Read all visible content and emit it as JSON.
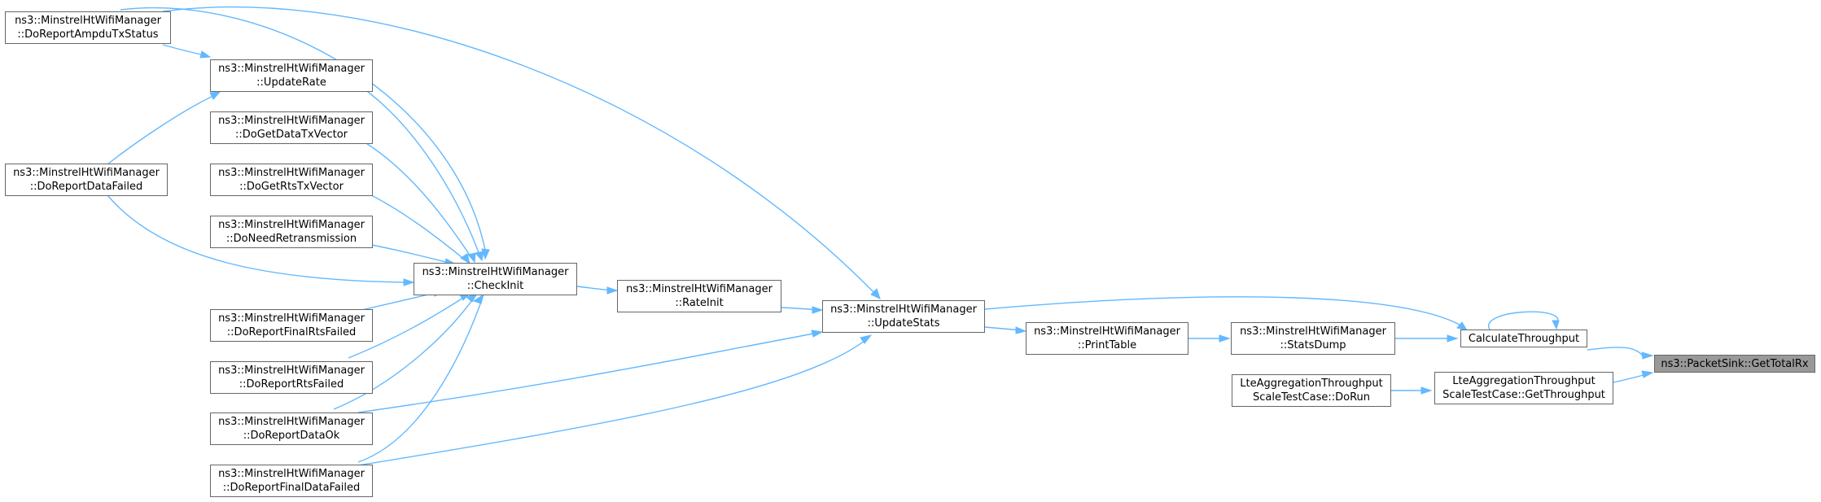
{
  "graph_type": "caller-graph",
  "colors": {
    "edge": "#63b8ff",
    "node_border": "#666666",
    "focus_fill": "#999999"
  },
  "nodes": {
    "ampdu": {
      "line1": "ns3::MinstrelHtWifiManager",
      "line2": "::DoReportAmpduTxStatus"
    },
    "updaterate": {
      "line1": "ns3::MinstrelHtWifiManager",
      "line2": "::UpdateRate"
    },
    "getdata": {
      "line1": "ns3::MinstrelHtWifiManager",
      "line2": "::DoGetDataTxVector"
    },
    "datafailed": {
      "line1": "ns3::MinstrelHtWifiManager",
      "line2": "::DoReportDataFailed"
    },
    "getrts": {
      "line1": "ns3::MinstrelHtWifiManager",
      "line2": "::DoGetRtsTxVector"
    },
    "needretx": {
      "line1": "ns3::MinstrelHtWifiManager",
      "line2": "::DoNeedRetransmission"
    },
    "checkinit": {
      "line1": "ns3::MinstrelHtWifiManager",
      "line2": "::CheckInit"
    },
    "finalrts": {
      "line1": "ns3::MinstrelHtWifiManager",
      "line2": "::DoReportFinalRtsFailed"
    },
    "rtsfailed": {
      "line1": "ns3::MinstrelHtWifiManager",
      "line2": "::DoReportRtsFailed"
    },
    "dataok": {
      "line1": "ns3::MinstrelHtWifiManager",
      "line2": "::DoReportDataOk"
    },
    "finaldata": {
      "line1": "ns3::MinstrelHtWifiManager",
      "line2": "::DoReportFinalDataFailed"
    },
    "rateinit": {
      "line1": "ns3::MinstrelHtWifiManager",
      "line2": "::RateInit"
    },
    "updatestats": {
      "line1": "ns3::MinstrelHtWifiManager",
      "line2": "::UpdateStats"
    },
    "printtable": {
      "line1": "ns3::MinstrelHtWifiManager",
      "line2": "::PrintTable"
    },
    "statsdump": {
      "line1": "ns3::MinstrelHtWifiManager",
      "line2": "::StatsDump"
    },
    "calcthru": {
      "line1": "CalculateThroughput"
    },
    "dorun": {
      "line1": "LteAggregationThroughput",
      "line2": "ScaleTestCase::DoRun"
    },
    "getthru": {
      "line1": "LteAggregationThroughput",
      "line2": "ScaleTestCase::GetThroughput"
    },
    "gettotalrx": {
      "line1": "ns3::PacketSink::GetTotalRx"
    }
  }
}
